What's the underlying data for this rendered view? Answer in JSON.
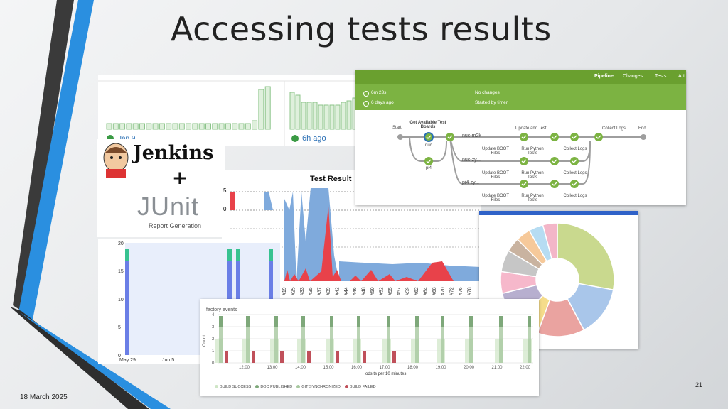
{
  "slide": {
    "title": "Accessing tests results",
    "date": "18 March 2025",
    "number": "21"
  },
  "trend_panel": {
    "left_time": "Jan 9",
    "right_time": "6h ago"
  },
  "jenkins_logo": {
    "word": "Jenkins",
    "plus": "+",
    "junit": "JUnit",
    "subtitle": "Report Generation"
  },
  "test_result_chart": {
    "title": "Test Result",
    "y_ticks": [
      "5",
      "0"
    ],
    "x_ticks": [
      "#19",
      "#25",
      "#33",
      "#35",
      "#37",
      "#39",
      "#42",
      "#44",
      "#46",
      "#48",
      "#50",
      "#52",
      "#55",
      "#57",
      "#59",
      "#62",
      "#64",
      "#68",
      "#70",
      "#72",
      "#76",
      "#78"
    ]
  },
  "pipeline": {
    "tabs": [
      "Pipeline",
      "Changes",
      "Tests",
      "Art"
    ],
    "duration": "6m 23s",
    "changes": "No changes",
    "ago": "6 days ago",
    "trigger": "Started by timer",
    "stages": {
      "start": "Start",
      "get_boards": "Get Available Test Boards",
      "update_test": "Update and Test",
      "collect": "Collect Logs",
      "end": "End"
    },
    "branches": [
      "nuc-m2k",
      "nuc-zy...",
      "pi4-zy..."
    ],
    "left_nodes": [
      "nuc",
      "pi4"
    ],
    "steps": [
      "Update BOOT Files",
      "Run Python Tests",
      "Collect Logs"
    ]
  },
  "bar_panel": {
    "y_ticks": [
      "20",
      "15",
      "10",
      "5",
      "0"
    ],
    "x_ticks": [
      "May 29",
      "Jun 5"
    ]
  },
  "events_panel": {
    "title": "factory events",
    "y_label": "Count",
    "y_ticks": [
      "4",
      "3",
      "2",
      "1",
      "0"
    ],
    "x_ticks": [
      "12:00",
      "13:00",
      "14:00",
      "15:00",
      "16:00",
      "17:00",
      "18:00",
      "19:00",
      "20:00",
      "21:00",
      "22:00"
    ],
    "x_label": "ods.ts per 10 minutes",
    "legend": [
      "BUILD SUCCESS",
      "DOC PUBLISHED",
      "GIT SYNCHRONIZED",
      "BUILD FAILED"
    ],
    "colors": {
      "success": "#cfe6c6",
      "published": "#7ea87a",
      "git": "#a8c8a0",
      "failed": "#c0505a"
    }
  },
  "donut": {
    "slices": [
      {
        "value": 27,
        "color": "#c9d98e"
      },
      {
        "value": 14,
        "color": "#a9c6ea"
      },
      {
        "value": 13,
        "color": "#eaa3a0"
      },
      {
        "value": 6,
        "color": "#f5dc8a"
      },
      {
        "value": 9,
        "color": "#b7afcf"
      },
      {
        "value": 6,
        "color": "#f6b8cb"
      },
      {
        "value": 6,
        "color": "#c6c6c6"
      },
      {
        "value": 4,
        "color": "#c9b3a0"
      },
      {
        "value": 4,
        "color": "#f6c99a"
      },
      {
        "value": 4,
        "color": "#b6dcf2"
      },
      {
        "value": 4,
        "color": "#f3b6c8"
      }
    ]
  },
  "colors": {
    "jenkins_green": "#7cb342",
    "blue_bar": "#6a7ee6",
    "green_bar": "#37c290",
    "area_blue": "#7faadc",
    "area_red": "#e8424a"
  }
}
